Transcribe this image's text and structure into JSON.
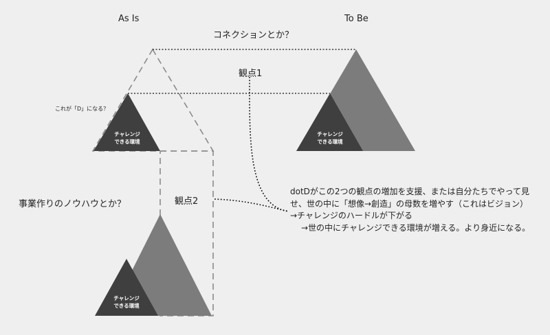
{
  "headers": {
    "as_is": "As Is",
    "to_be": "To Be"
  },
  "labels": {
    "connection": "コネクションとか？",
    "viewpoint1": "観点1",
    "viewpoint2": "観点2",
    "this_becomes_d": "これが「D」になる？",
    "business_knowhow": "事業作りのノウハウとか？"
  },
  "triangle_text": {
    "line1": "チャレンジ",
    "line2": "できる環境"
  },
  "description": {
    "line1": "dotDがこの2つの観点の増加を支援、または自分たちでやって見",
    "line2": "せ、世の中に「想像→創造」の母数を増やす（これはビジョン）",
    "line3": "→チャレンジのハードルが下がる",
    "line4": "→世の中にチャレンジできる環境が増える。より身近になる。"
  },
  "colors": {
    "background": "#efefef",
    "dark": "#3f3f3f",
    "mid": "#7c7c7c",
    "dashed": "#8a8a8a",
    "text": "#222222"
  }
}
